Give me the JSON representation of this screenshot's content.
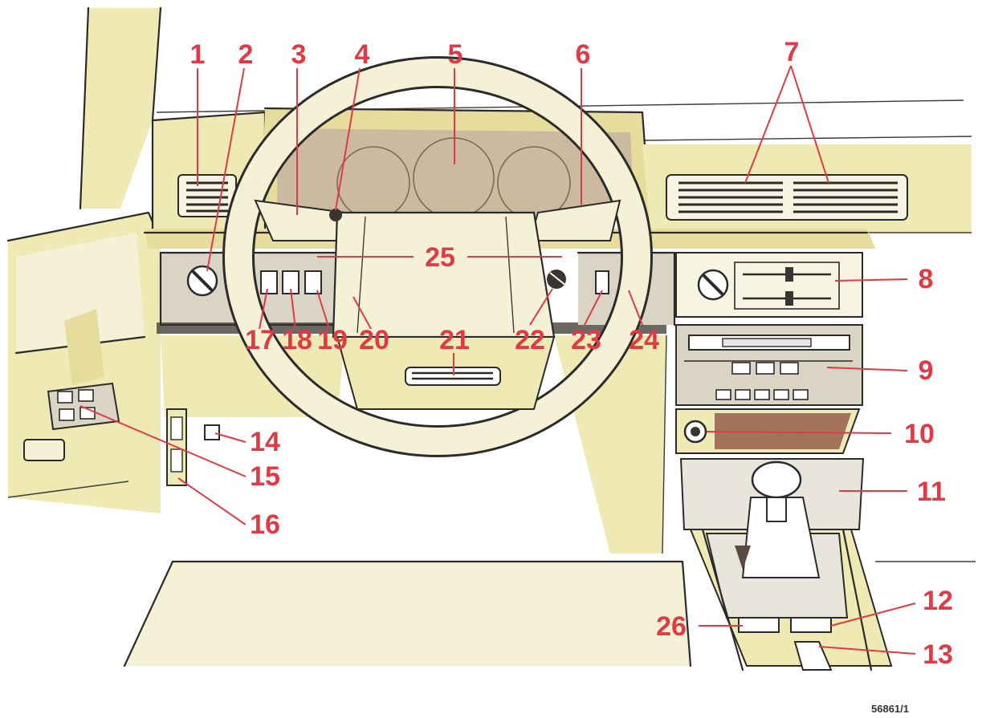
{
  "callouts": [
    {
      "id": "1",
      "text": "1"
    },
    {
      "id": "2",
      "text": "2"
    },
    {
      "id": "3",
      "text": "3"
    },
    {
      "id": "4",
      "text": "4"
    },
    {
      "id": "5",
      "text": "5"
    },
    {
      "id": "6",
      "text": "6"
    },
    {
      "id": "7",
      "text": "7"
    },
    {
      "id": "8",
      "text": "8"
    },
    {
      "id": "9",
      "text": "9"
    },
    {
      "id": "10",
      "text": "10"
    },
    {
      "id": "11",
      "text": "11"
    },
    {
      "id": "12",
      "text": "12"
    },
    {
      "id": "13",
      "text": "13"
    },
    {
      "id": "14",
      "text": "14"
    },
    {
      "id": "15",
      "text": "15"
    },
    {
      "id": "16",
      "text": "16"
    },
    {
      "id": "17",
      "text": "17"
    },
    {
      "id": "18",
      "text": "18"
    },
    {
      "id": "19",
      "text": "19"
    },
    {
      "id": "20",
      "text": "20"
    },
    {
      "id": "21",
      "text": "21"
    },
    {
      "id": "22",
      "text": "22"
    },
    {
      "id": "23",
      "text": "23"
    },
    {
      "id": "24",
      "text": "24"
    },
    {
      "id": "25",
      "text": "25"
    },
    {
      "id": "26",
      "text": "26"
    }
  ],
  "reference_code": "56861/1",
  "colors": {
    "callout": "#e23a44",
    "cream": "#efe9b4",
    "dashboard": "#cbb9a0"
  }
}
